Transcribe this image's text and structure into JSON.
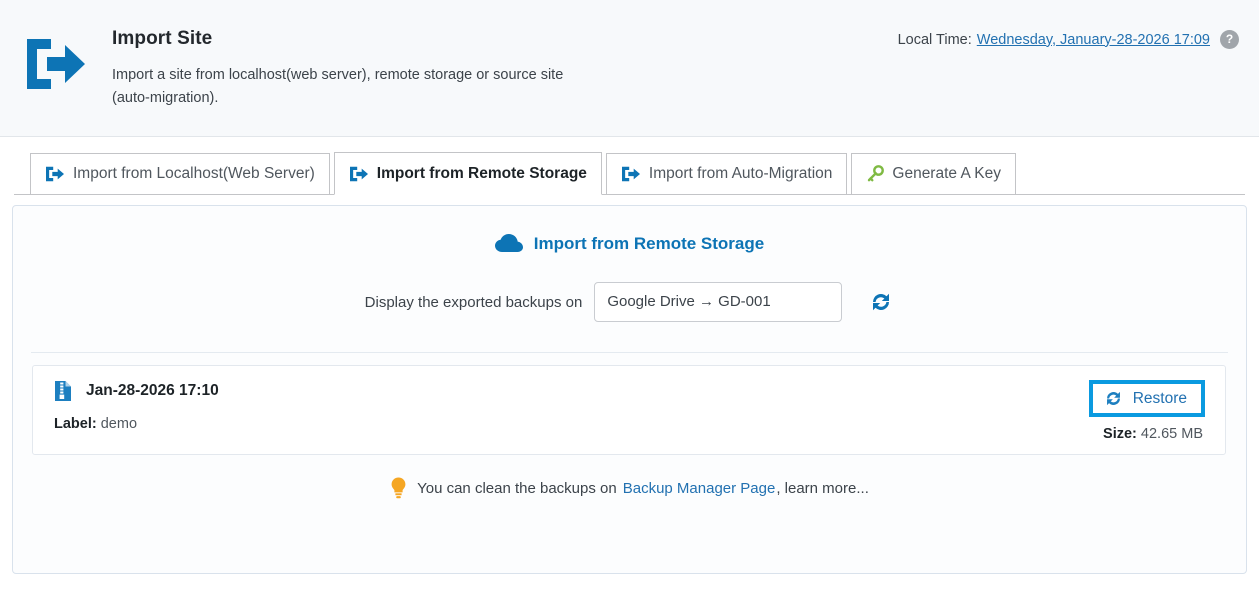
{
  "header": {
    "icon": "export-arrow-icon",
    "title": "Import Site",
    "description": "Import a site from localhost(web server), remote storage or source site (auto-migration).",
    "local_time_label": "Local Time:",
    "local_time_value": "Wednesday, January-28-2026 17:09",
    "help_icon_glyph": "?"
  },
  "tabs": [
    {
      "label": "Import from Localhost(Web Server)",
      "icon": "export-arrow-icon",
      "active": false
    },
    {
      "label": "Import from Remote Storage",
      "icon": "export-arrow-icon",
      "active": true
    },
    {
      "label": "Import from Auto-Migration",
      "icon": "export-arrow-icon",
      "active": false
    },
    {
      "label": "Generate A Key",
      "icon": "key-icon",
      "active": false
    }
  ],
  "panel": {
    "title": "Import from Remote Storage",
    "title_icon": "cloud-icon",
    "selector": {
      "label": "Display the exported backups on",
      "selected": "Google Drive → GD-001",
      "options": [
        "Google Drive → GD-001"
      ],
      "refresh_icon": "refresh-icon"
    },
    "backup": {
      "file_icon": "zip-file-icon",
      "name": "Jan-28-2026 17:10",
      "label_key": "Label:",
      "label_value": "demo",
      "restore_label": "Restore",
      "restore_icon": "refresh-icon",
      "size_key": "Size:",
      "size_value": "42.65 MB"
    },
    "hint": {
      "icon": "lightbulb-icon",
      "text_before": "You can clean the backups on",
      "link": "Backup Manager Page",
      "text_after": ", learn more..."
    }
  },
  "colors": {
    "brand_blue": "#0d74b5",
    "link_blue": "#2271b1",
    "highlight_blue": "#0a9ae0",
    "key_green": "#7fba43",
    "bulb_orange": "#f5a623",
    "header_bg": "#f7f9fb"
  }
}
